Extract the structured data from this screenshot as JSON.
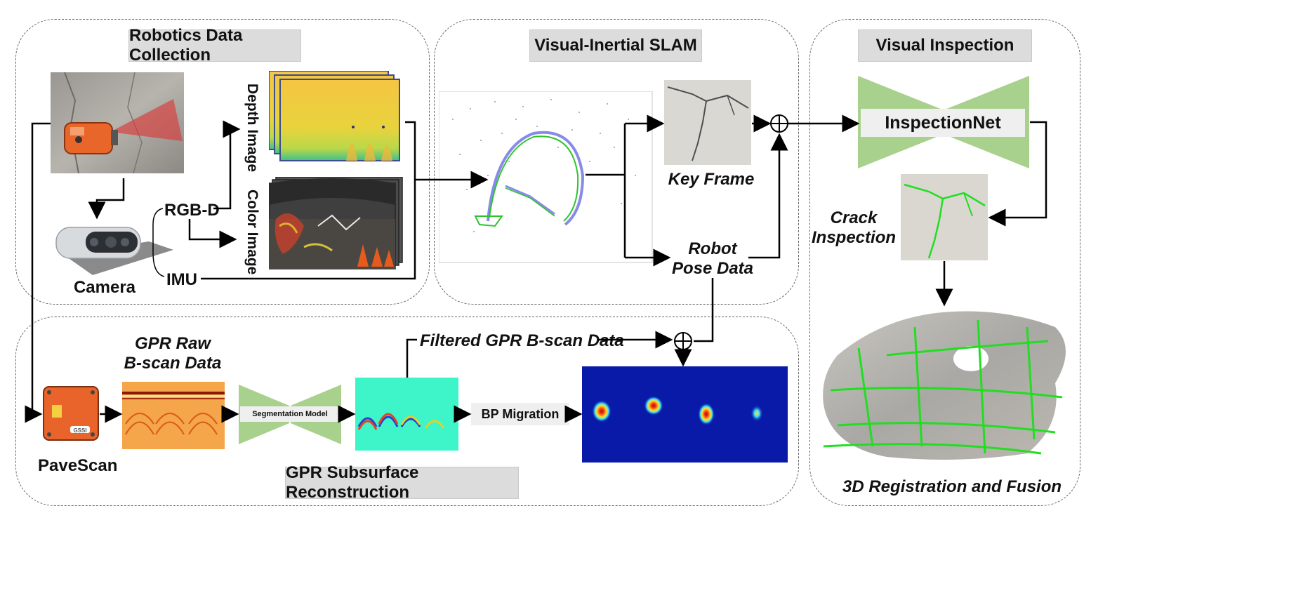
{
  "sections": {
    "robotics": "Robotics Data Collection",
    "slam": "Visual-Inertial SLAM",
    "inspection": "Visual Inspection",
    "gpr": "GPR Subsurface Reconstruction"
  },
  "labels": {
    "depth_image": "Depth Image",
    "color_image": "Color Image",
    "rgbd": "RGB-D",
    "imu": "IMU",
    "camera": "Camera",
    "key_frame": "Key Frame",
    "robot_pose_line1": "Robot",
    "robot_pose_line2": "Pose Data",
    "inspection_net": "InspectionNet",
    "crack_line1": "Crack",
    "crack_line2": "Inspection",
    "registration": "3D Registration and Fusion",
    "gpr_raw_line1": "GPR Raw",
    "gpr_raw_line2": "B-scan Data",
    "filtered_gpr": "Filtered GPR B-scan Data",
    "segmentation_model": "Segmentation Model",
    "bp_migration": "BP Migration",
    "pavescan": "PaveScan",
    "pavescan_device_text": "GSSI"
  },
  "colors": {
    "panel_border": "#666666",
    "title_bg": "#dcdcdc",
    "net_green": "#a9d18e",
    "crack_green": "#22dd22",
    "arrow": "#000000"
  },
  "icons": [
    "oplus-icon",
    "arrow-icon"
  ]
}
